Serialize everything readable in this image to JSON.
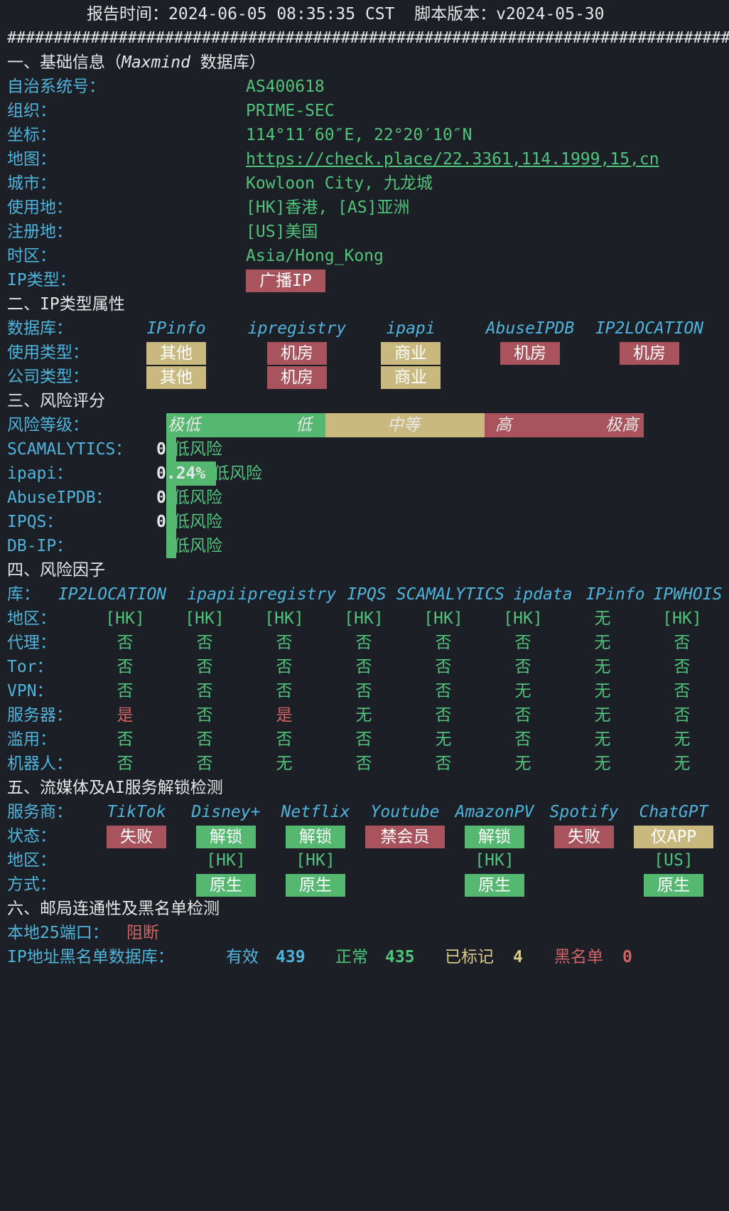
{
  "header": {
    "text": "报告时间：2024-06-05 08:35:35 CST  脚本版本：v2024-05-30"
  },
  "separator": "###############################################################################",
  "basic": {
    "title": "一、基础信息（",
    "title_db": "Maxmind",
    "title_suffix": " 数据库）",
    "rows": [
      {
        "label": "自治系统号：",
        "value": "AS400618"
      },
      {
        "label": "组织：",
        "value": "PRIME-SEC"
      },
      {
        "label": "坐标：",
        "value": "114°11′60″E, 22°20′10″N"
      },
      {
        "label": "地图：",
        "value": "https://check.place/22.3361,114.1999,15,cn"
      },
      {
        "label": "城市：",
        "value": "Kowloon City, 九龙城"
      },
      {
        "label": "使用地：",
        "value": "[HK]香港, [AS]亚洲"
      },
      {
        "label": "注册地：",
        "value": "[US]美国"
      },
      {
        "label": "时区：",
        "value": "Asia/Hong_Kong"
      }
    ],
    "ip_type_label": "IP类型：",
    "ip_type_value": "广播IP"
  },
  "iptype": {
    "title": "二、IP类型属性",
    "db_label": "数据库：",
    "dbs": [
      "IPinfo",
      "ipregistry",
      "ipapi",
      "AbuseIPDB",
      "IP2LOCATION"
    ],
    "usage_label": "使用类型：",
    "usage": [
      {
        "text": "其他",
        "kind": "yel"
      },
      {
        "text": "机房",
        "kind": "red"
      },
      {
        "text": "商业",
        "kind": "yel"
      },
      {
        "text": "机房",
        "kind": "red"
      },
      {
        "text": "机房",
        "kind": "red"
      }
    ],
    "company_label": "公司类型：",
    "company": [
      {
        "text": "其他",
        "kind": "yel"
      },
      {
        "text": "机房",
        "kind": "red"
      },
      {
        "text": "商业",
        "kind": "yel"
      }
    ]
  },
  "risk": {
    "title": "三、风险评分",
    "level_label": "风险等级：",
    "levels": [
      "极低",
      "低",
      "中等",
      "高",
      "极高"
    ],
    "scores": [
      {
        "label": "SCAMALYTICS：",
        "value": "0",
        "fraction": 0.0,
        "text": "低风险"
      },
      {
        "label": "ipapi：",
        "value": "0.24%",
        "fraction": 0.0024,
        "text": "低风险"
      },
      {
        "label": "AbuseIPDB：",
        "value": "0",
        "fraction": 0.0,
        "text": "低风险"
      },
      {
        "label": "IPQS：",
        "value": "0",
        "fraction": 0.0,
        "text": "低风险"
      },
      {
        "label": "DB-IP：",
        "value": "",
        "fraction": 0.0,
        "text": "低风险"
      }
    ]
  },
  "factors": {
    "title": "四、风险因子",
    "lib_label": "库：",
    "libs": [
      "IP2LOCATION",
      "ipapi",
      "ipregistry",
      "IPQS",
      "SCAMALYTICS",
      "ipdata",
      "IPinfo",
      "IPWHOIS"
    ],
    "rows": [
      {
        "label": "地区：",
        "values": [
          "[HK]",
          "[HK]",
          "[HK]",
          "[HK]",
          "[HK]",
          "[HK]",
          "无",
          "[HK]"
        ]
      },
      {
        "label": "代理：",
        "values": [
          "否",
          "否",
          "否",
          "否",
          "否",
          "否",
          "无",
          "否"
        ]
      },
      {
        "label": "Tor：",
        "values": [
          "否",
          "否",
          "否",
          "否",
          "否",
          "否",
          "无",
          "否"
        ]
      },
      {
        "label": "VPN：",
        "values": [
          "否",
          "否",
          "否",
          "否",
          "否",
          "无",
          "无",
          "否"
        ]
      },
      {
        "label": "服务器：",
        "values": [
          "是",
          "否",
          "是",
          "无",
          "否",
          "否",
          "无",
          "否"
        ]
      },
      {
        "label": "滥用：",
        "values": [
          "否",
          "否",
          "否",
          "否",
          "无",
          "否",
          "无",
          "无"
        ]
      },
      {
        "label": "机器人：",
        "values": [
          "否",
          "否",
          "无",
          "否",
          "否",
          "无",
          "无",
          "无"
        ]
      }
    ]
  },
  "stream": {
    "title": "五、流媒体及AI服务解锁检测",
    "provider_label": "服务商：",
    "providers": [
      "TikTok",
      "Disney+",
      "Netflix",
      "Youtube",
      "AmazonPV",
      "Spotify",
      "ChatGPT"
    ],
    "status_label": "状态：",
    "status": [
      {
        "text": "失败",
        "kind": "red"
      },
      {
        "text": "解锁",
        "kind": "green"
      },
      {
        "text": "解锁",
        "kind": "green"
      },
      {
        "text": "禁会员",
        "kind": "red"
      },
      {
        "text": "解锁",
        "kind": "green"
      },
      {
        "text": "失败",
        "kind": "red"
      },
      {
        "text": "仅APP",
        "kind": "yel"
      }
    ],
    "region_label": "地区：",
    "regions": [
      "",
      "[HK]",
      "[HK]",
      "",
      "[HK]",
      "",
      "[US]"
    ],
    "method_label": "方式：",
    "methods": [
      "",
      "原生",
      "原生",
      "",
      "原生",
      "",
      "原生"
    ]
  },
  "mail": {
    "title": "六、邮局连通性及黑名单检测",
    "port_label": "本地25端口：",
    "port_value": "阻断",
    "bl_label": "IP地址黑名单数据库：",
    "valid_label": "有效",
    "valid_value": "439",
    "normal_label": "正常",
    "normal_value": "435",
    "marked_label": "已标记",
    "marked_value": "4",
    "black_label": "黑名单",
    "black_value": "0"
  },
  "colors": {
    "background": "#1c1f26",
    "cyan": "#4fb4dc",
    "green": "#4fc47a",
    "red": "#d06464",
    "yellow": "#d8c98c"
  }
}
